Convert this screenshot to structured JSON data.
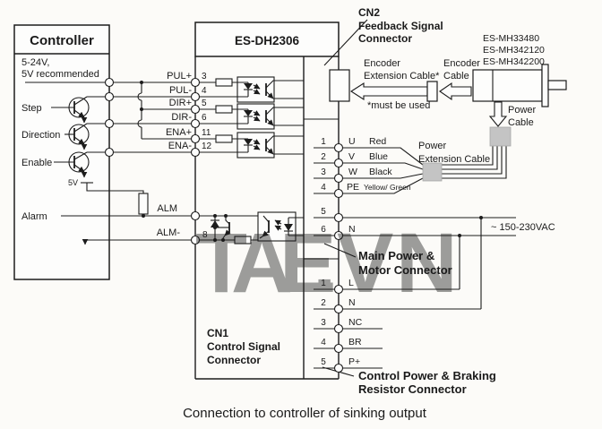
{
  "caption": "Connection to controller of sinking output",
  "colors": {
    "line": "#1c1c1c",
    "connector_gray": "#c4c4c4",
    "background": "#fcfbf8"
  },
  "watermark": [
    {
      "ch": "T",
      "color": "#e87878"
    },
    {
      "ch": "A",
      "color": "#7cc87c"
    },
    {
      "ch": "E",
      "color": "#6ec9c2"
    },
    {
      "ch": ".",
      "color": "#6aaede"
    },
    {
      "ch": "V",
      "color": "#93c9ea"
    },
    {
      "ch": "N",
      "color": "#bcbcbc"
    }
  ],
  "controller": {
    "title": "Controller",
    "note1": "5-24V,",
    "note2": "5V recommended",
    "step": "Step",
    "direction": "Direction",
    "enable": "Enable",
    "v5": "5V",
    "alarm": "Alarm"
  },
  "signals": {
    "pul_p": "PUL+",
    "pul_m": "PUL-",
    "dir_p": "DIR+",
    "dir_m": "DIR-",
    "ena_p": "ENA+",
    "ena_m": "ENA-",
    "alm": "ALM",
    "alm_m": "ALM-"
  },
  "driver": {
    "title": "ES-DH2306",
    "pin3": "3",
    "pin4": "4",
    "pin5": "5",
    "pin6": "6",
    "pin11": "11",
    "pin12": "12",
    "pin8": "8",
    "cn1_1": "CN1",
    "cn1_2": "Control Signal",
    "cn1_3": "Connector",
    "cn2_1": "CN2",
    "cn2_2": "Feedback Signal",
    "cn2_3": "Connector"
  },
  "power": {
    "p1": "1",
    "p2": "2",
    "p3": "3",
    "p4": "4",
    "p5": "5",
    "p6": "6",
    "u": "U",
    "v": "V",
    "w": "W",
    "pe": "PE",
    "n": "N",
    "red": "Red",
    "blue": "Blue",
    "black": "Black",
    "yg": "Yellow/ Green",
    "ac": "~ 150-230VAC",
    "cap1": "Main Power &",
    "cap2": "Motor Connector"
  },
  "cpower": {
    "p1": "1",
    "p2": "2",
    "p3": "3",
    "p4": "4",
    "p5": "5",
    "l": "L",
    "n": "N",
    "nc": "NC",
    "br": "BR",
    "pp": "P+",
    "cap1": "Control Power & Braking",
    "cap2": "Resistor Connector"
  },
  "motor": {
    "m1": "ES-MH33480",
    "m2": "ES-MH342120",
    "m3": "ES-MH342200"
  },
  "cables": {
    "enc1": "Encoder",
    "enc2": "Extension Cable*",
    "must": "*must be used",
    "ec1": "Encoder",
    "ec2": "Cable",
    "pc1": "Power",
    "pc2": "Cable",
    "px1": "Power",
    "px2": "Extension Cable"
  }
}
